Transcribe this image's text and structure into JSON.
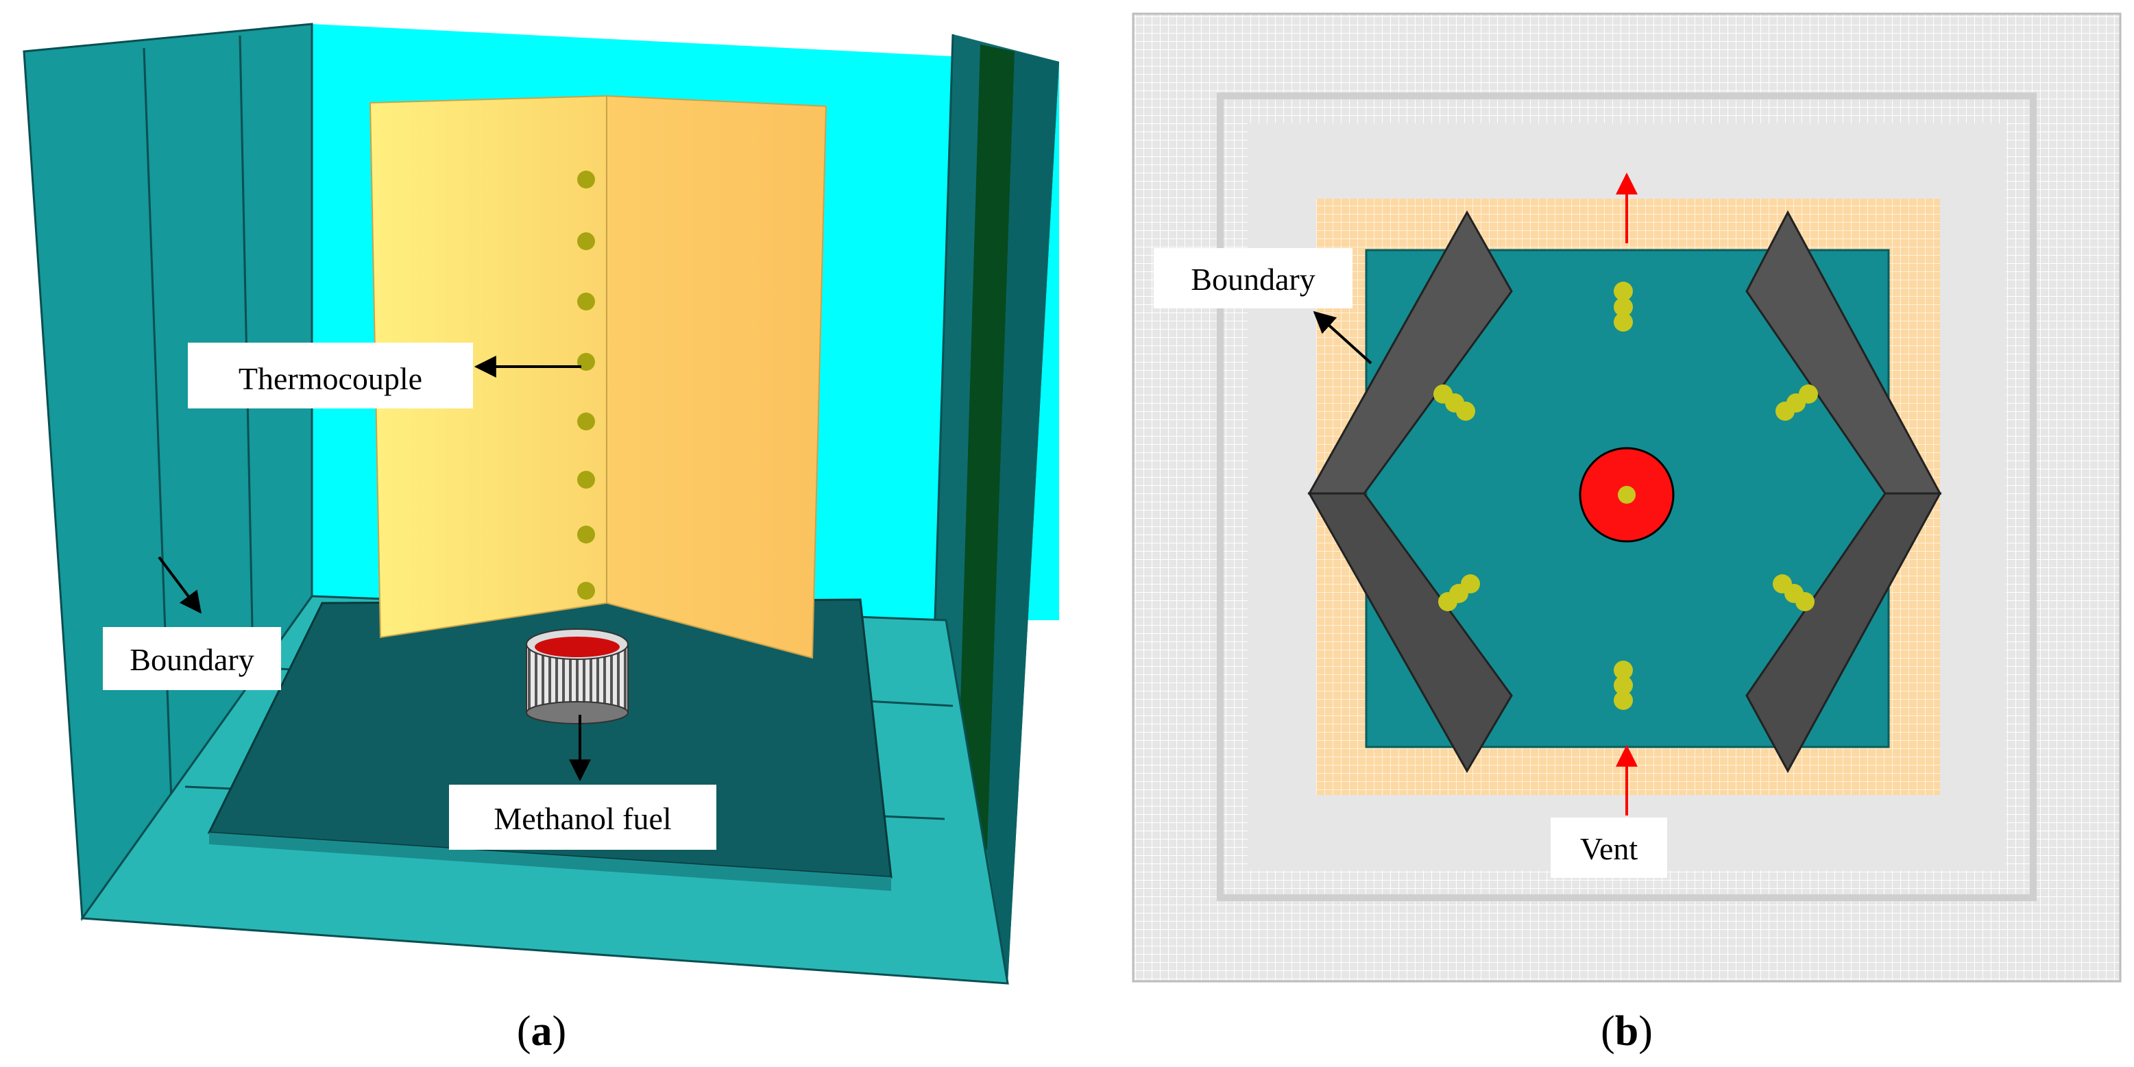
{
  "panel_a": {
    "caption": {
      "open": "(",
      "letter": "a",
      "close": ")"
    },
    "labels": {
      "thermocouple": "Thermocouple",
      "boundary": "Boundary",
      "methanol_fuel": "Methanol fuel"
    },
    "colors": {
      "wall_teal": "#15999b",
      "wall_cyan": "#00ffff",
      "floor_dark": "#0f5d60",
      "plate_yellow": "#fde77b",
      "plate_orange": "#fdca63",
      "dot": "#a6a411",
      "fuel_red": "#cf0c0c"
    },
    "thermocouple_count": 8
  },
  "panel_b": {
    "caption": {
      "open": "(",
      "letter": "b",
      "close": ")"
    },
    "labels": {
      "boundary": "Boundary",
      "vent": "Vent"
    },
    "colors": {
      "mesh_bg": "#e6e6e6",
      "mesh_line": "#ffffff",
      "fuel_zone": "#fcd8a2",
      "floor": "#138d91",
      "panel_gray": "#555555",
      "pool_red": "#ff1010",
      "dot": "#c8c81e",
      "arrow_red": "#ff0000"
    },
    "thermocouple_groups": 6
  }
}
